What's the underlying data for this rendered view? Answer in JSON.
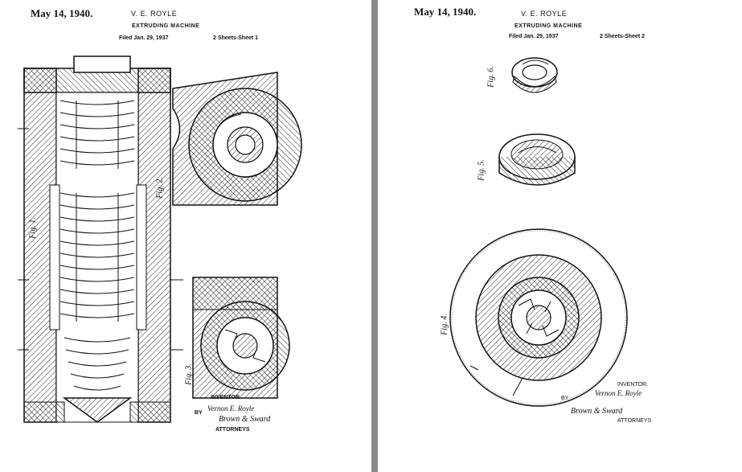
{
  "left_sheet": {
    "date": "May 14, 1940.",
    "inventor_name": "V. E. ROYLE",
    "title": "EXTRUDING MACHINE",
    "filed": "Filed Jan. 29, 1937",
    "sheet_no": "2 Sheets-Sheet 1",
    "fig_labels": [
      "Fig. 1.",
      "Fig. 2.",
      "Fig. 3."
    ],
    "inventor_label": "INVENTOR",
    "by_label": "BY",
    "inventor_signature": "Vernon E. Royle",
    "attorney_signature": "Brown & Sward",
    "attorneys_label": "ATTORNEYS"
  },
  "right_sheet": {
    "date": "May 14, 1940.",
    "inventor_name": "V. E. ROYLE",
    "title": "EXTRUDING MACHINE",
    "filed": "Filed Jan. 29, 1937",
    "sheet_no": "2 Sheets-Sheet 2",
    "fig_labels": [
      "Fig. 6.",
      "Fig. 5.",
      "Fig. 4."
    ],
    "inventor_label": "INVENTOR.",
    "by_label": "BY",
    "inventor_signature": "Vernon E. Royle",
    "attorney_signature": "Brown & Sward",
    "attorneys_label": "ATTORNEYS"
  }
}
